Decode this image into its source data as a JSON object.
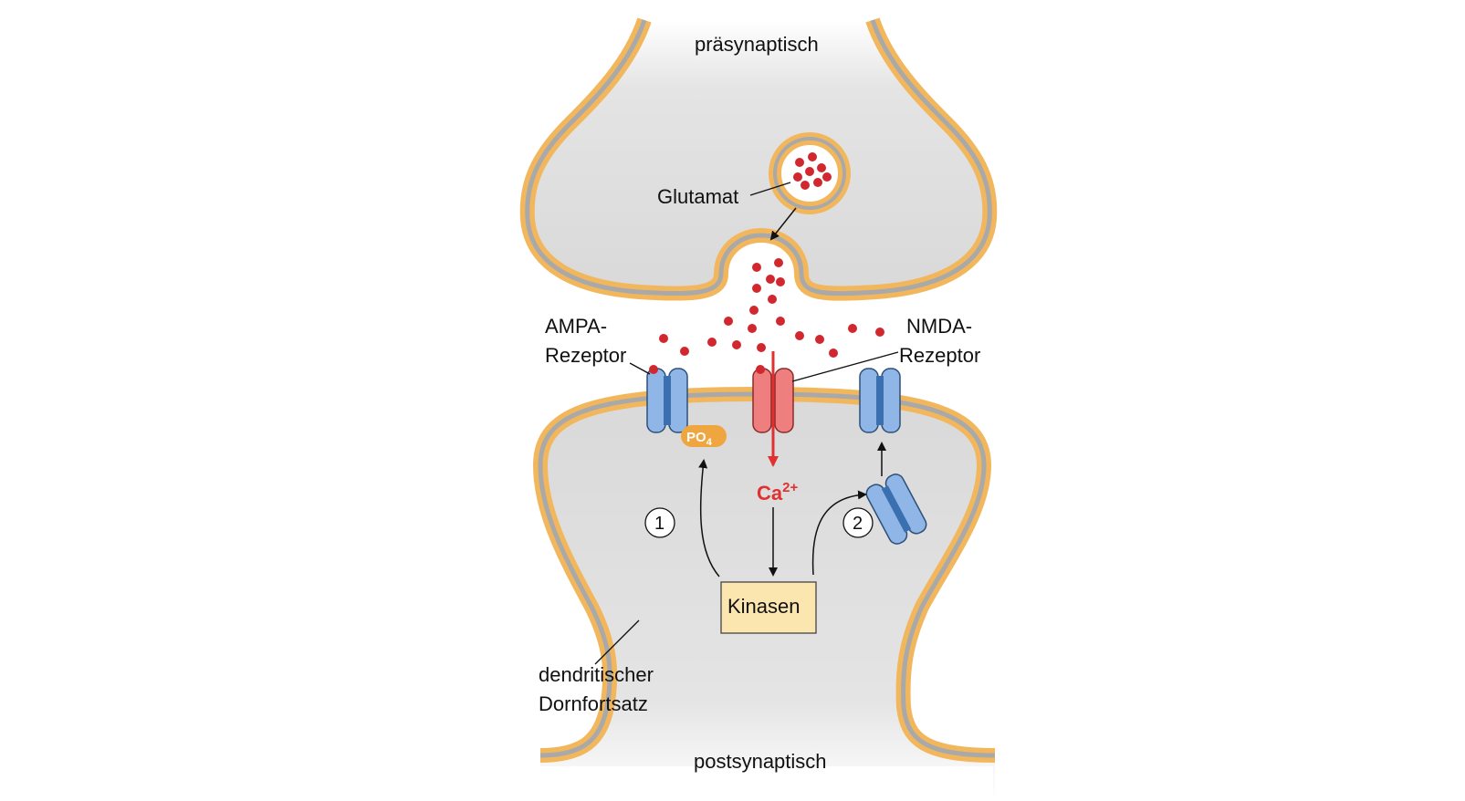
{
  "labels": {
    "presynaptic": "präsynaptisch",
    "postsynaptic": "postsynaptisch",
    "glutamate": "Glutamat",
    "ampa_line1": "AMPA-",
    "ampa_line2": "Rezeptor",
    "nmda_line1": "NMDA-",
    "nmda_line2": "Rezeptor",
    "calcium_base": "Ca",
    "calcium_charge": "2+",
    "phosphate_base": "PO",
    "phosphate_sub": "4",
    "kinases": "Kinasen",
    "spine_line1": "dendritischer",
    "spine_line2": "Dornfortsatz",
    "step1": "1",
    "step2": "2"
  },
  "colors": {
    "membrane_outer": "#f2b75c",
    "membrane_inner": "#a9a9a9",
    "cytoplasm": "#e2e2e2",
    "glutamate": "#d0282e",
    "ampa_receptor": "#8fb6e6",
    "nmda_receptor": "#ef7f7f",
    "calcium_arrow": "#e03030",
    "phosphate": "#f0a640",
    "kinase_box": "#fbe6b0"
  }
}
